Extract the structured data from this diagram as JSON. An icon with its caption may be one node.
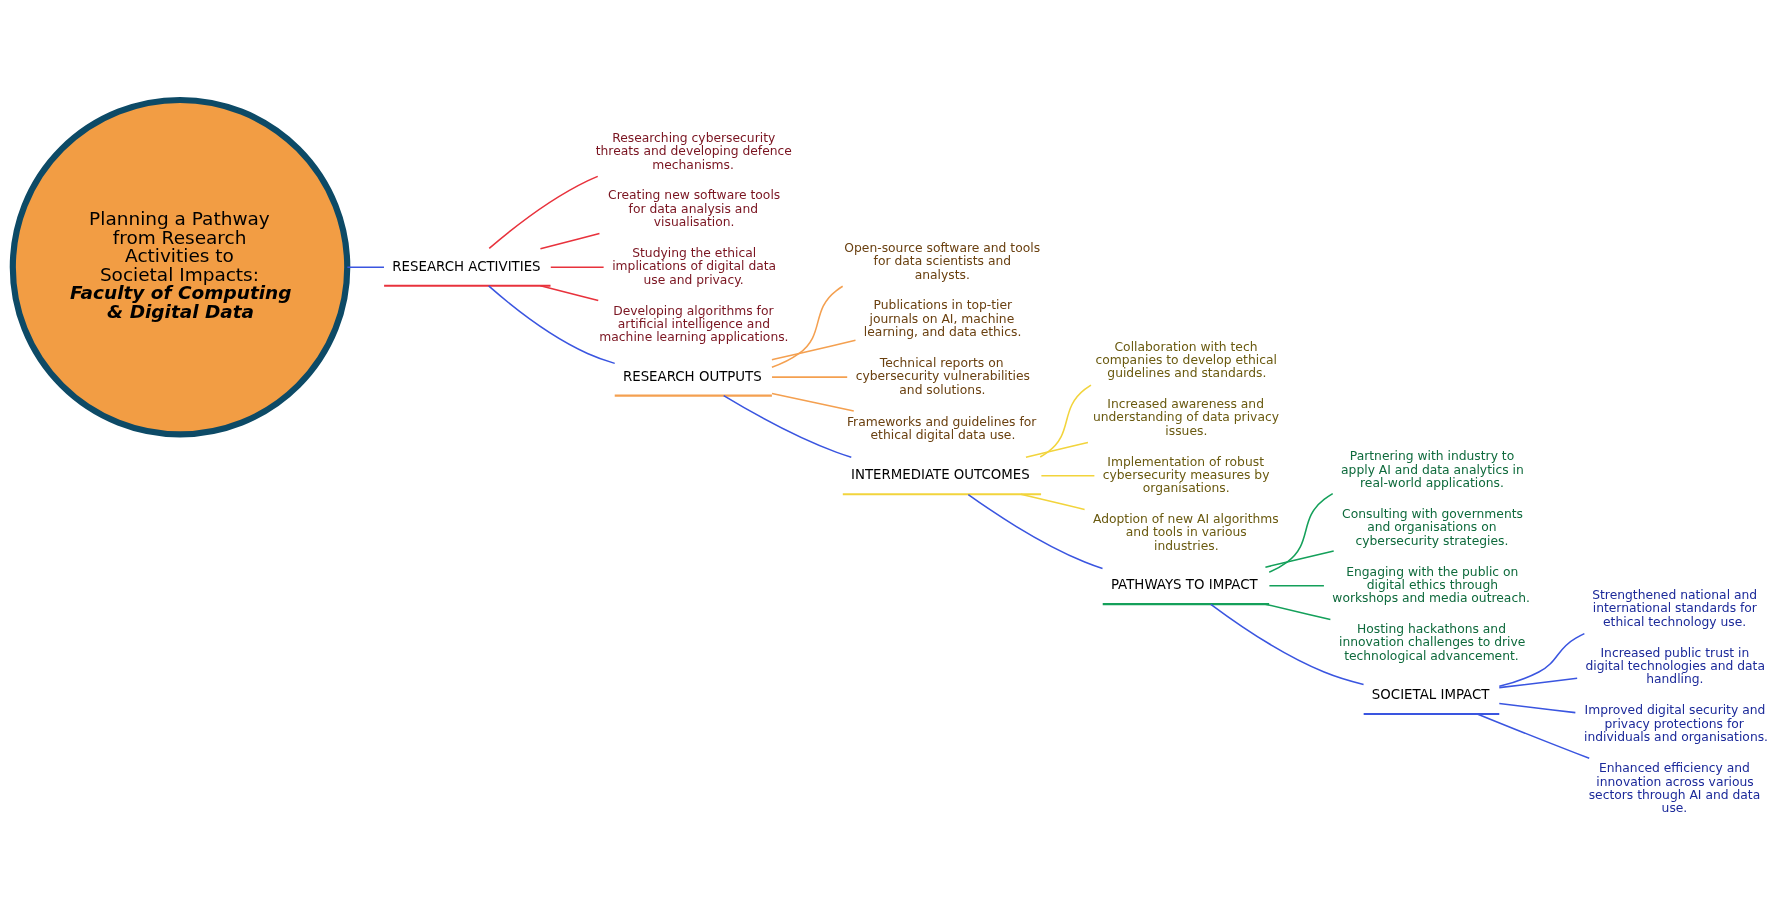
{
  "diagram": {
    "nodes": [
      {
        "text": [
          "Planning a Pathway from Research Activities to Societal Impacts:",
          "Faculty of Computing & Digital Data"
        ]
      },
      {
        "text": [
          "RESEARCH ACTIVITIES"
        ]
      },
      {
        "text": [
          "Researching cybersecurity threats and developing defence mechanisms."
        ]
      },
      {
        "text": [
          "Creating new software tools for data analysis and visualisation."
        ]
      },
      {
        "text": [
          "Studying the ethical implications of digital data use and privacy."
        ]
      },
      {
        "text": [
          "Developing algorithms for artificial intelligence and machine learning applications."
        ]
      },
      {
        "text": [
          "RESEARCH OUTPUTS"
        ]
      },
      {
        "text": [
          "Open-source software and tools for data scientists and analysts."
        ]
      },
      {
        "text": [
          "Publications in top-tier journals on AI, machine learning, and data ethics."
        ]
      },
      {
        "text": [
          "Technical reports on cybersecurity vulnerabilities and solutions."
        ]
      },
      {
        "text": [
          "Frameworks and guidelines for ethical digital data use."
        ]
      },
      {
        "text": [
          "INTERMEDIATE OUTCOMES"
        ]
      },
      {
        "text": [
          "Collaboration with tech companies to develop ethical guidelines and standards."
        ]
      },
      {
        "text": [
          "Increased awareness and understanding of data privacy issues."
        ]
      },
      {
        "text": [
          "Implementation of robust cybersecurity measures by organisations."
        ]
      },
      {
        "text": [
          "Adoption of new AI algorithms and tools in various industries."
        ]
      },
      {
        "text": [
          "PATHWAYS TO IMPACT"
        ]
      },
      {
        "text": [
          "Partnering with industry to apply AI and data analytics in real-world applications."
        ]
      },
      {
        "text": [
          "Consulting with governments and organisations on cybersecurity strategies."
        ]
      },
      {
        "text": [
          "Engaging with the public on digital ethics through workshops and media outreach."
        ]
      },
      {
        "text": [
          "Hosting hackathons and innovation challenges to drive technological advancement."
        ]
      },
      {
        "text": [
          "SOCIETAL IMPACT"
        ]
      },
      {
        "text": [
          "Strengthened national and international standards for ethical technology use."
        ]
      },
      {
        "text": [
          "Increased public trust in digital technologies and data handling."
        ]
      },
      {
        "text": [
          "Improved digital security and privacy protections for individuals and organisations."
        ]
      },
      {
        "text": [
          "Enhanced efficiency and innovation across various sectors through AI and data use."
        ]
      }
    ],
    "edges": [
      {
        "from": 0,
        "to": 1,
        "arrow": "none"
      },
      {
        "from": 1,
        "to": 6,
        "arrow": "none"
      },
      {
        "from": 6,
        "to": 11,
        "arrow": "none"
      },
      {
        "from": 11,
        "to": 16,
        "arrow": "none"
      },
      {
        "from": 16,
        "to": 21,
        "arrow": "none"
      },
      {
        "from": 1,
        "to": 2,
        "arrow": "none",
        "color": "#e8323c"
      },
      {
        "from": 1,
        "to": 3,
        "arrow": "none",
        "color": "#e8323c"
      },
      {
        "from": 1,
        "to": 4,
        "arrow": "none",
        "color": "#e8323c"
      },
      {
        "from": 1,
        "to": 5,
        "arrow": "none",
        "color": "#e8323c"
      },
      {
        "from": 6,
        "to": 7,
        "arrow": "none",
        "color": "#f4a050"
      },
      {
        "from": 6,
        "to": 8,
        "arrow": "none",
        "color": "#f4a050"
      },
      {
        "from": 6,
        "to": 9,
        "arrow": "none",
        "color": "#f4a050"
      },
      {
        "from": 6,
        "to": 10,
        "arrow": "none",
        "color": "#f4a050"
      },
      {
        "from": 11,
        "to": 12,
        "arrow": "none",
        "color": "#f2d43c"
      },
      {
        "from": 11,
        "to": 13,
        "arrow": "none",
        "color": "#f2d43c"
      },
      {
        "from": 11,
        "to": 14,
        "arrow": "none",
        "color": "#f2d43c"
      },
      {
        "from": 11,
        "to": 15,
        "arrow": "none",
        "color": "#f2d43c"
      },
      {
        "from": 16,
        "to": 17,
        "arrow": "none",
        "color": "#14a05a"
      },
      {
        "from": 16,
        "to": 18,
        "arrow": "none",
        "color": "#14a05a"
      },
      {
        "from": 16,
        "to": 19,
        "arrow": "none",
        "color": "#14a05a"
      },
      {
        "from": 16,
        "to": 20,
        "arrow": "none",
        "color": "#14a05a"
      },
      {
        "from": 21,
        "to": 22,
        "arrow": "none"
      },
      {
        "from": 21,
        "to": 23,
        "arrow": "none"
      },
      {
        "from": 21,
        "to": 24,
        "arrow": "none"
      },
      {
        "from": 21,
        "to": 25,
        "arrow": "none"
      }
    ]
  }
}
